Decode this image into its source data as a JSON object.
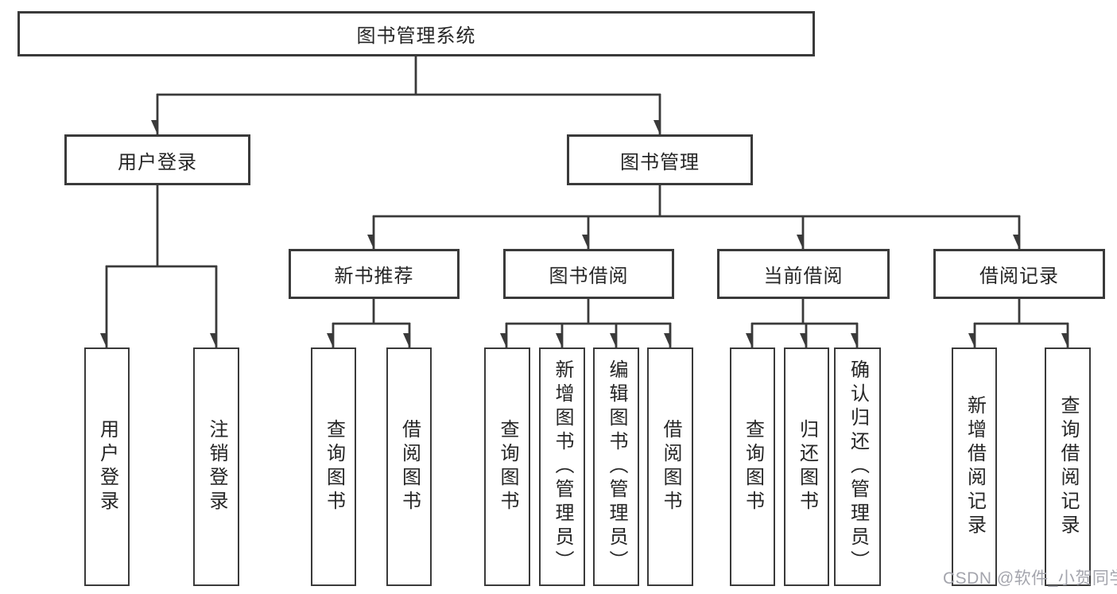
{
  "diagram": {
    "title": "图书管理系统",
    "level2": [
      {
        "label": "用户登录"
      },
      {
        "label": "图书管理"
      }
    ],
    "left_children": [
      {
        "label": "用户登录"
      },
      {
        "label": "注销登录"
      }
    ],
    "level3": [
      {
        "label": "新书推荐",
        "children": [
          {
            "label": "查询图书"
          },
          {
            "label": "借阅图书"
          }
        ]
      },
      {
        "label": "图书借阅",
        "children": [
          {
            "label": "查询图书"
          },
          {
            "label": "新增图书（管理员）"
          },
          {
            "label": "编辑图书（管理员）"
          },
          {
            "label": "借阅图书"
          }
        ]
      },
      {
        "label": "当前借阅",
        "children": [
          {
            "label": "查询图书"
          },
          {
            "label": "归还图书"
          },
          {
            "label": "确认归还（管理员）"
          }
        ]
      },
      {
        "label": "借阅记录",
        "children": [
          {
            "label": "新增借阅记录"
          },
          {
            "label": "查询借阅记录"
          }
        ]
      }
    ],
    "watermark": "CSDN @软件_小贺同学"
  },
  "colors": {
    "line": "#3a3a3a",
    "text": "#262626",
    "watermark": "#a4a5ad",
    "bg": "#ffffff"
  }
}
